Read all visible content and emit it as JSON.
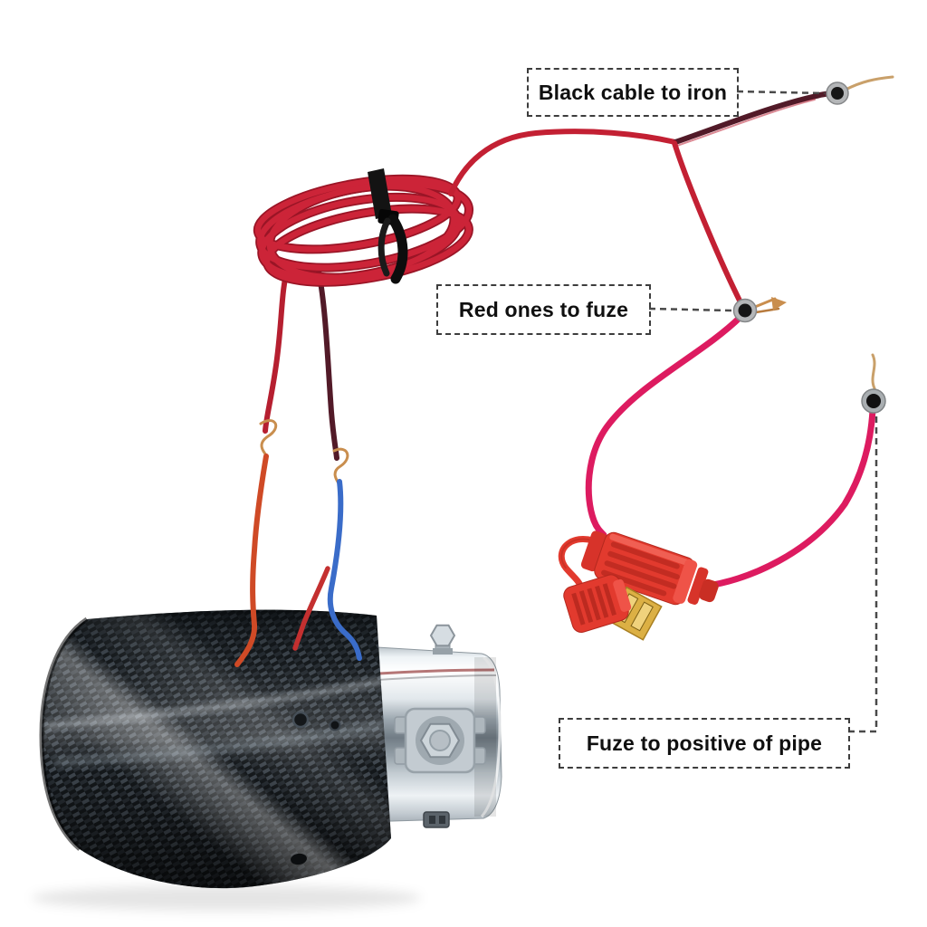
{
  "image": {
    "kind": "annotated product photo",
    "background": "#ffffff",
    "subject": "Carbon fiber car exhaust tip with LED wiring harness, coiled red power cable, inline blade fuse holder and wiring instruction labels"
  },
  "annotations": [
    {
      "id": "black-cable-to-iron",
      "label": "Black cable to iron",
      "points_to": "bare end of black cable (top right)"
    },
    {
      "id": "red-ones-to-fuze",
      "label": "Red ones to fuze",
      "points_to": "bare end of red wire (middle right)"
    },
    {
      "id": "fuze-to-positive-of-pipe",
      "label": "Fuze to positive of pipe",
      "points_to": "bare end of fuse output wire (right)"
    }
  ],
  "objects": [
    {
      "name": "carbon-fiber-exhaust-tip",
      "description": "black carbon fiber weave muffler tip with chrome stainless inlet clamp, hex clamp bolt and small screws"
    },
    {
      "name": "coiled-red-cable",
      "description": "long red two-wire cable coiled into a bundle, secured with a black zip tie"
    },
    {
      "name": "inline-fuse-holder",
      "description": "red inline blade fuse holder, cap open showing gold fuse blades"
    },
    {
      "name": "splice-joints",
      "description": "two twisted bare-copper splices joining cable to orange and blue lead wires"
    },
    {
      "name": "wire-end-markers",
      "count": 3,
      "description": "gray-ringed black dots marking the three bare wire ends"
    }
  ],
  "colors": {
    "label_text": "#101010",
    "label_border": "#3d3d3d",
    "leader_line": "#4a4a4a",
    "red_wire": "#c32033",
    "dark_cable": "#521a28",
    "pink_wire": "#dd1b60",
    "blue_wire": "#3a6cc9",
    "orange_wire": "#cf4a26",
    "copper_strand": "#c98e4e",
    "fuse_holder_red": "#e23a2e",
    "fuse_blade_gold": "#dcb044",
    "carbon_dark": "#14181b",
    "carbon_light": "#3f474f",
    "chrome_light": "#f5f8fa",
    "chrome_dark": "#717c85",
    "zip_tie_black": "#111111",
    "marker_ring": "#b4b6b8",
    "marker_center": "#161616"
  }
}
